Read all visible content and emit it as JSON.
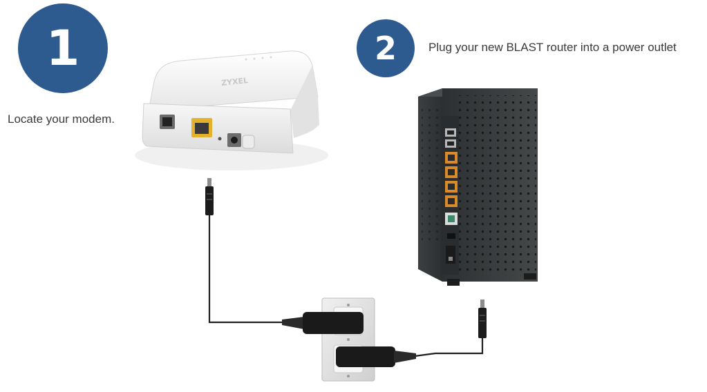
{
  "steps": [
    {
      "number": "1",
      "caption": "Locate your modem."
    },
    {
      "number": "2",
      "caption": "Plug your new BLAST router into a power outlet"
    }
  ],
  "modem": {
    "brand": "ZYXEL"
  },
  "colors": {
    "accent": "#2d5b8f",
    "modem_body": "#f4f4f4",
    "router_body": "#3a3d3f",
    "lan_port": "#e0a030",
    "cable": "#1e1e1e",
    "wall_plate": "#e4e4e4"
  },
  "icons": [
    "modem-device",
    "router-device",
    "wall-outlet",
    "power-plug-icon"
  ]
}
